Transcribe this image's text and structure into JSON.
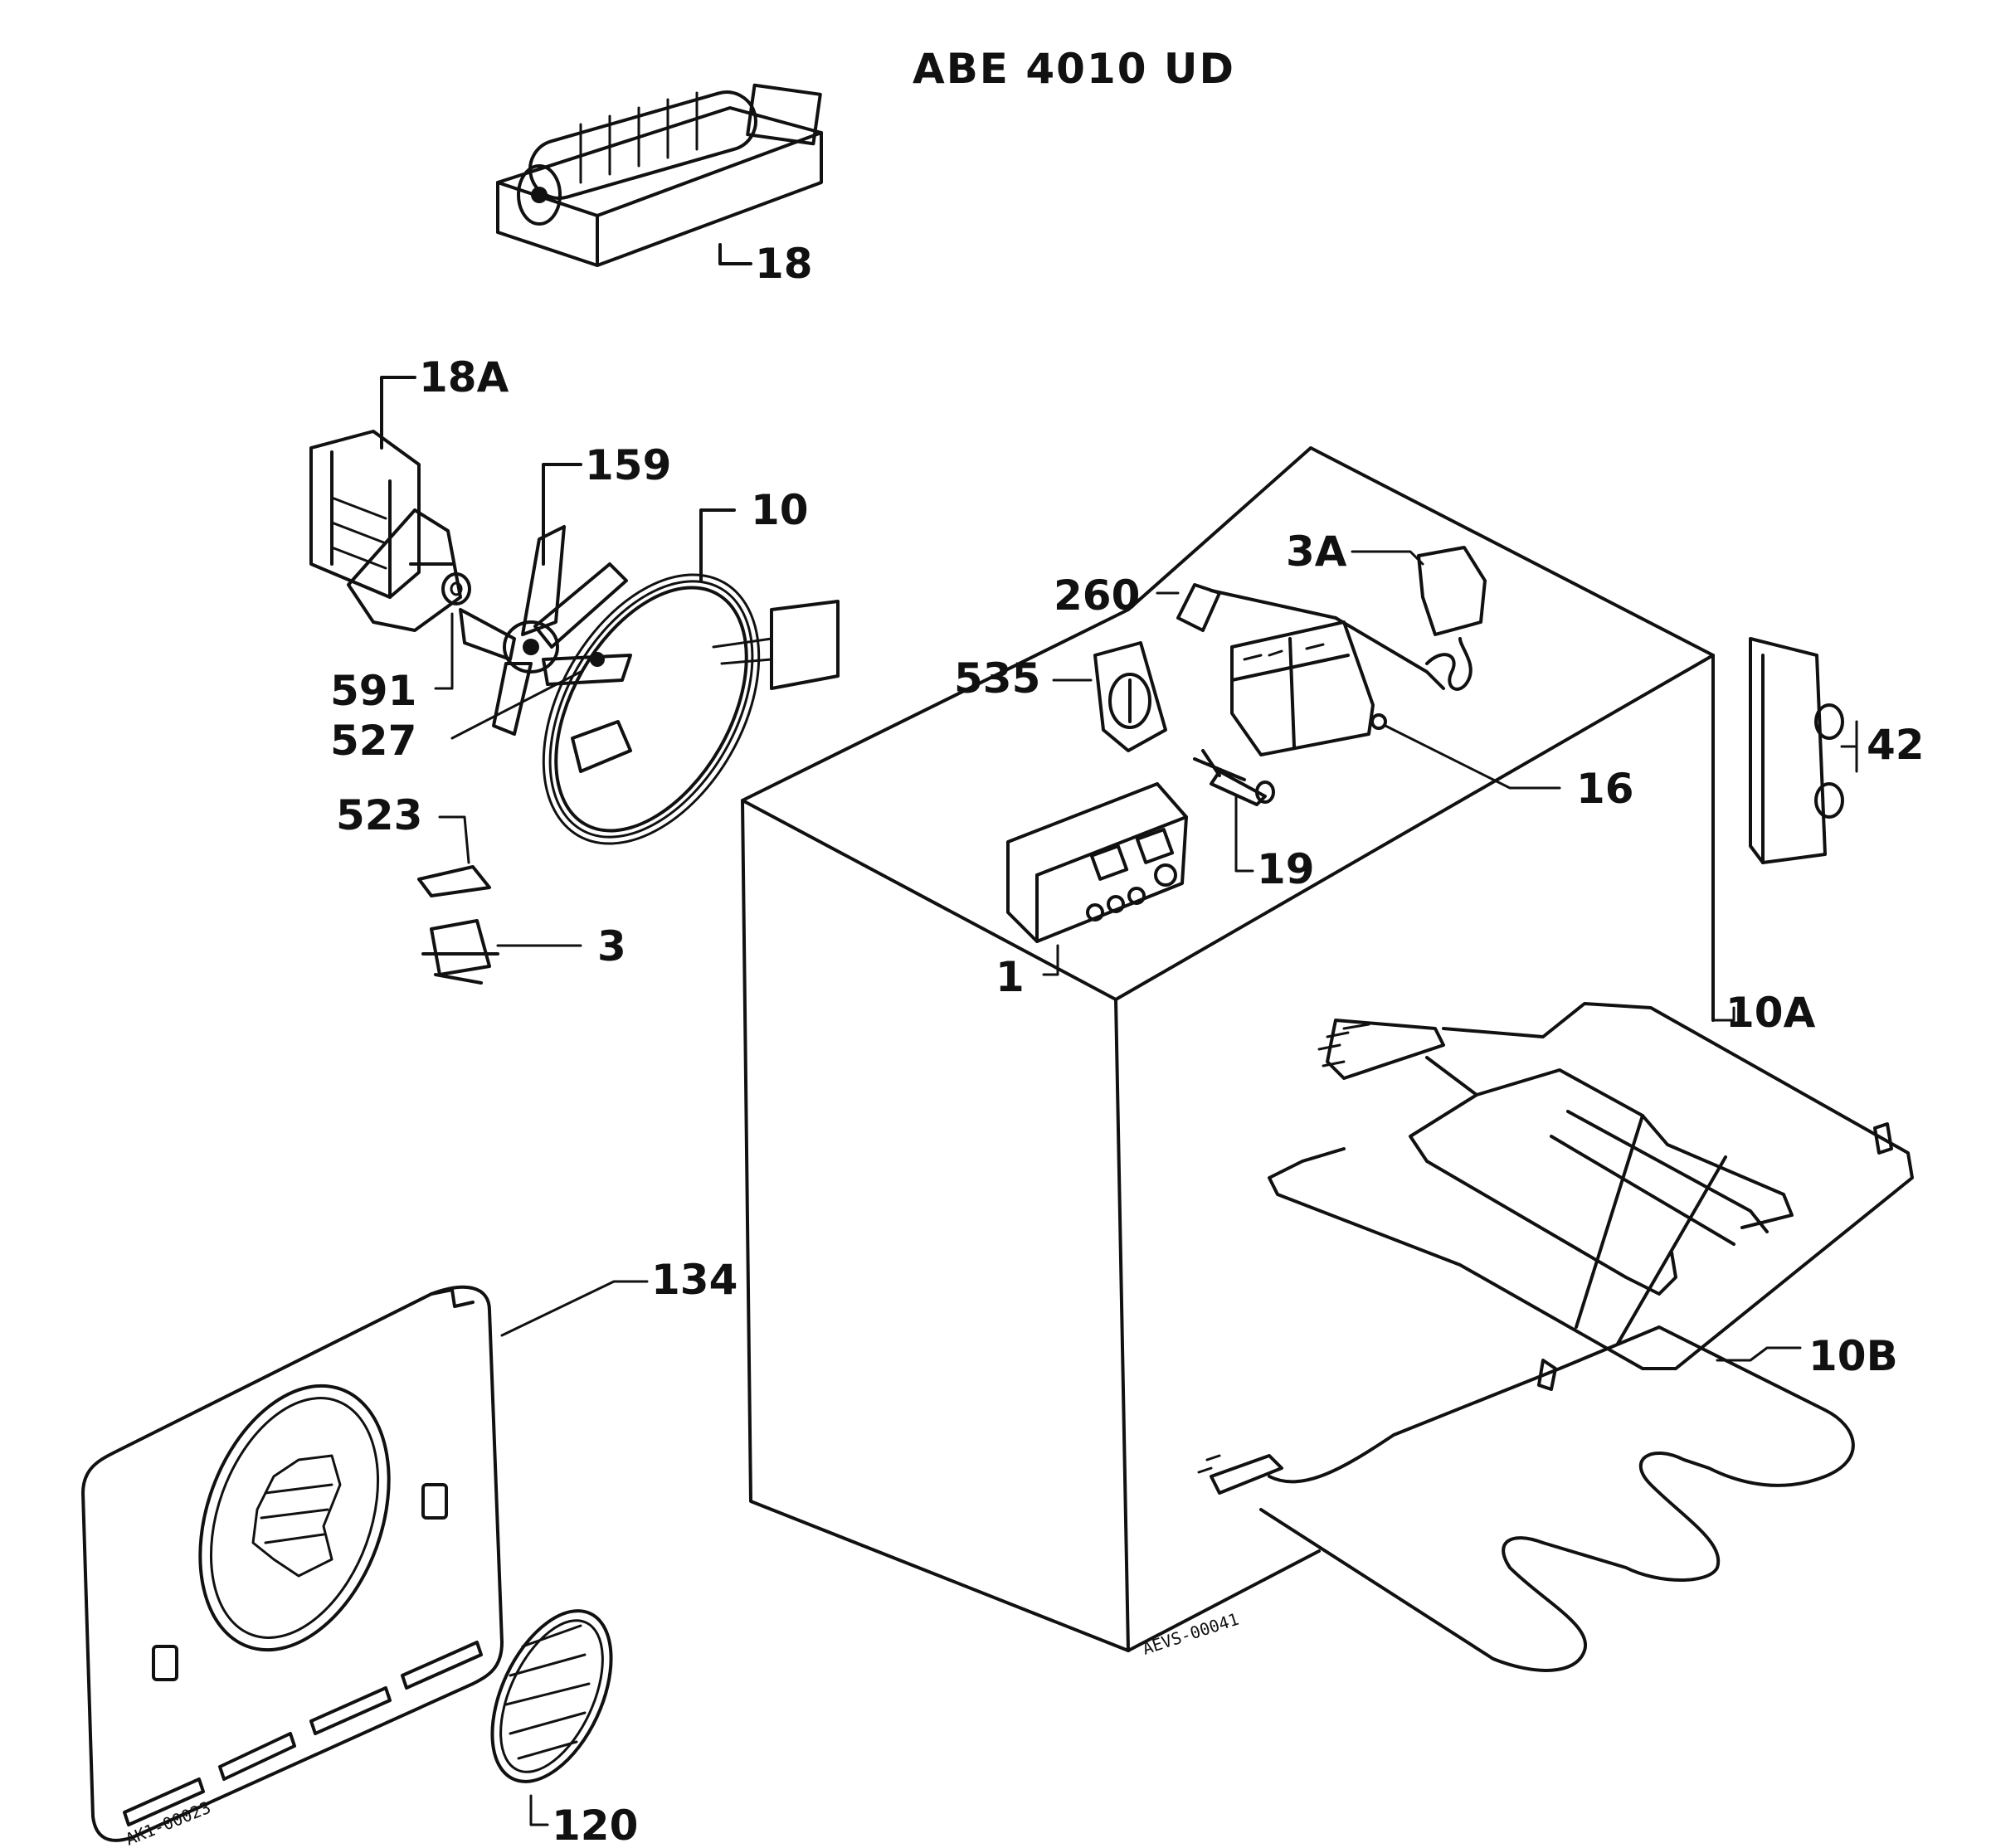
{
  "title": "ABE 4010 UD",
  "labels": {
    "l18": "18",
    "l18A": "18A",
    "l159": "159",
    "l10": "10",
    "l591": "591",
    "l527": "527",
    "l523": "523",
    "l3": "3",
    "l260": "260",
    "l3A": "3A",
    "l535": "535",
    "l16": "16",
    "l19": "19",
    "l1": "1",
    "l42": "42",
    "l10A": "10A",
    "l10B": "10B",
    "l134": "134",
    "l120": "120"
  },
  "codes": {
    "cabinet_code": "AEVS-00041",
    "panel_code": "AK1-00023"
  }
}
